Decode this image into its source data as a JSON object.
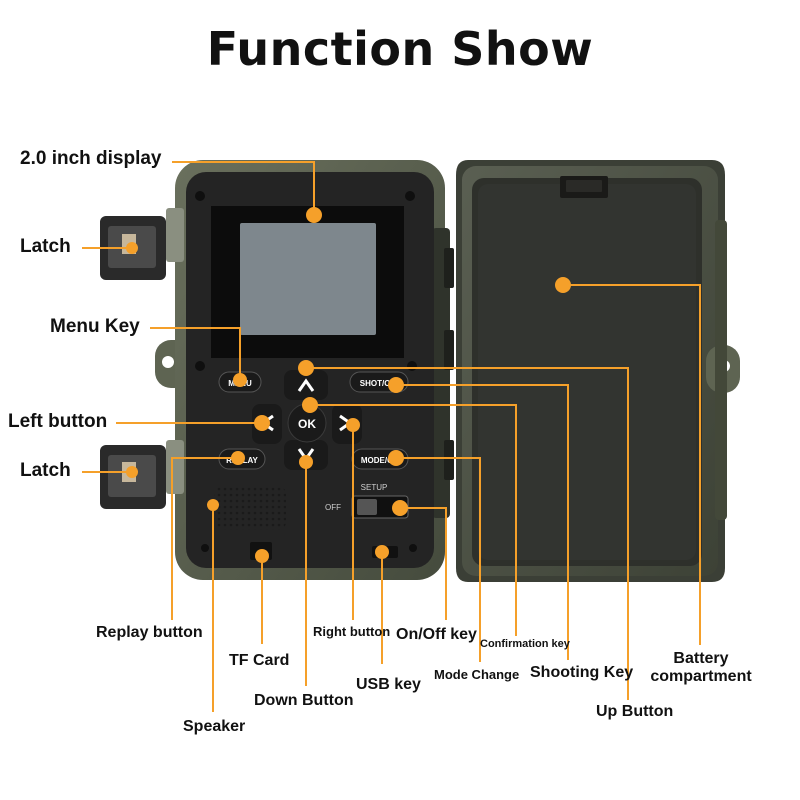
{
  "title": "Function Show",
  "accent_color": "#f5a02a",
  "camera_color": "#4b5443",
  "labels": {
    "display": "2.0 inch display",
    "latch_top": "Latch",
    "menu_key": "Menu Key",
    "left_button": "Left button",
    "latch_bottom": "Latch",
    "replay_button": "Replay button",
    "tf_card": "TF Card",
    "speaker": "Speaker",
    "down_button": "Down Button",
    "right_button": "Right button",
    "usb_key": "USB key",
    "on_off_key": "On/Off key",
    "mode_change": "Mode Change",
    "confirmation_key": "Confirmation key",
    "shooting_key": "Shooting Key",
    "up_button": "Up Button",
    "battery_compartment_line1": "Battery",
    "battery_compartment_line2": "compartment"
  },
  "device": {
    "menu": "MENU",
    "replay": "REPLAY",
    "shot": "SHOT/OK",
    "mode": "MODE/OK",
    "ok": "OK",
    "setup": "SETUP",
    "off": "OFF"
  }
}
